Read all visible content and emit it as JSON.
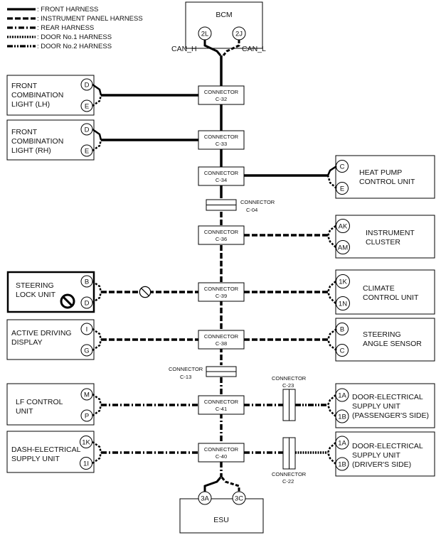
{
  "legend": {
    "front": ": FRONT HARNESS",
    "instrument": ": INSTRUMENT PANEL HARNESS",
    "rear": ": REAR HARNESS",
    "door1": ": DOOR No.1 HARNESS",
    "door2": ": DOOR No.2 HARNESS"
  },
  "bcm": {
    "name": "BCM",
    "pin_h": "2L",
    "pin_l": "2J",
    "can_h": "CAN_H",
    "can_l": "CAN_L"
  },
  "esu": {
    "name": "ESU",
    "pin_a": "3A",
    "pin_c": "3C"
  },
  "connector_word": "CONNECTOR",
  "connectors": {
    "c32": "C-32",
    "c33": "C-33",
    "c34": "C-34",
    "c04": "C-04",
    "c36": "C-36",
    "c39": "C-39",
    "c38": "C-38",
    "c13": "C-13",
    "c41": "C-41",
    "c40": "C-40",
    "c23": "C-23",
    "c22": "C-22"
  },
  "left_units": {
    "fcl_lh": {
      "l1": "FRONT",
      "l2": "COMBINATION",
      "l3": "LIGHT (LH)",
      "p1": "D",
      "p2": "E"
    },
    "fcl_rh": {
      "l1": "FRONT",
      "l2": "COMBINATION",
      "l3": "LIGHT (RH)",
      "p1": "D",
      "p2": "E"
    },
    "slu": {
      "l1": "STEERING",
      "l2": "LOCK UNIT",
      "p1": "B",
      "p2": "D"
    },
    "add": {
      "l1": "ACTIVE DRIVING",
      "l2": "DISPLAY",
      "p1": "I",
      "p2": "G"
    },
    "lf": {
      "l1": "LF CONTROL",
      "l2": "UNIT",
      "p1": "M",
      "p2": "P"
    },
    "desu": {
      "l1": "DASH-ELECTRICAL",
      "l2": "SUPPLY UNIT",
      "p1": "1K",
      "p2": "1I"
    }
  },
  "right_units": {
    "hp": {
      "l1": "HEAT PUMP",
      "l2": "CONTROL UNIT",
      "p1": "C",
      "p2": "E"
    },
    "ic": {
      "l1": "INSTRUMENT",
      "l2": "CLUSTER",
      "p1": "AK",
      "p2": "AM"
    },
    "ccu": {
      "l1": "CLIMATE",
      "l2": "CONTROL UNIT",
      "p1": "1K",
      "p2": "1N"
    },
    "sas": {
      "l1": "STEERING",
      "l2": "ANGLE SENSOR",
      "p1": "B",
      "p2": "C"
    },
    "pass": {
      "l1": "DOOR-ELECTRICAL",
      "l2": "SUPPLY UNIT",
      "l3": "(PASSENGER'S SIDE)",
      "p1": "1A",
      "p2": "1B"
    },
    "drv": {
      "l1": "DOOR-ELECTRICAL",
      "l2": "SUPPLY UNIT",
      "l3": "(DRIVER'S SIDE)",
      "p1": "1A",
      "p2": "1B"
    }
  }
}
